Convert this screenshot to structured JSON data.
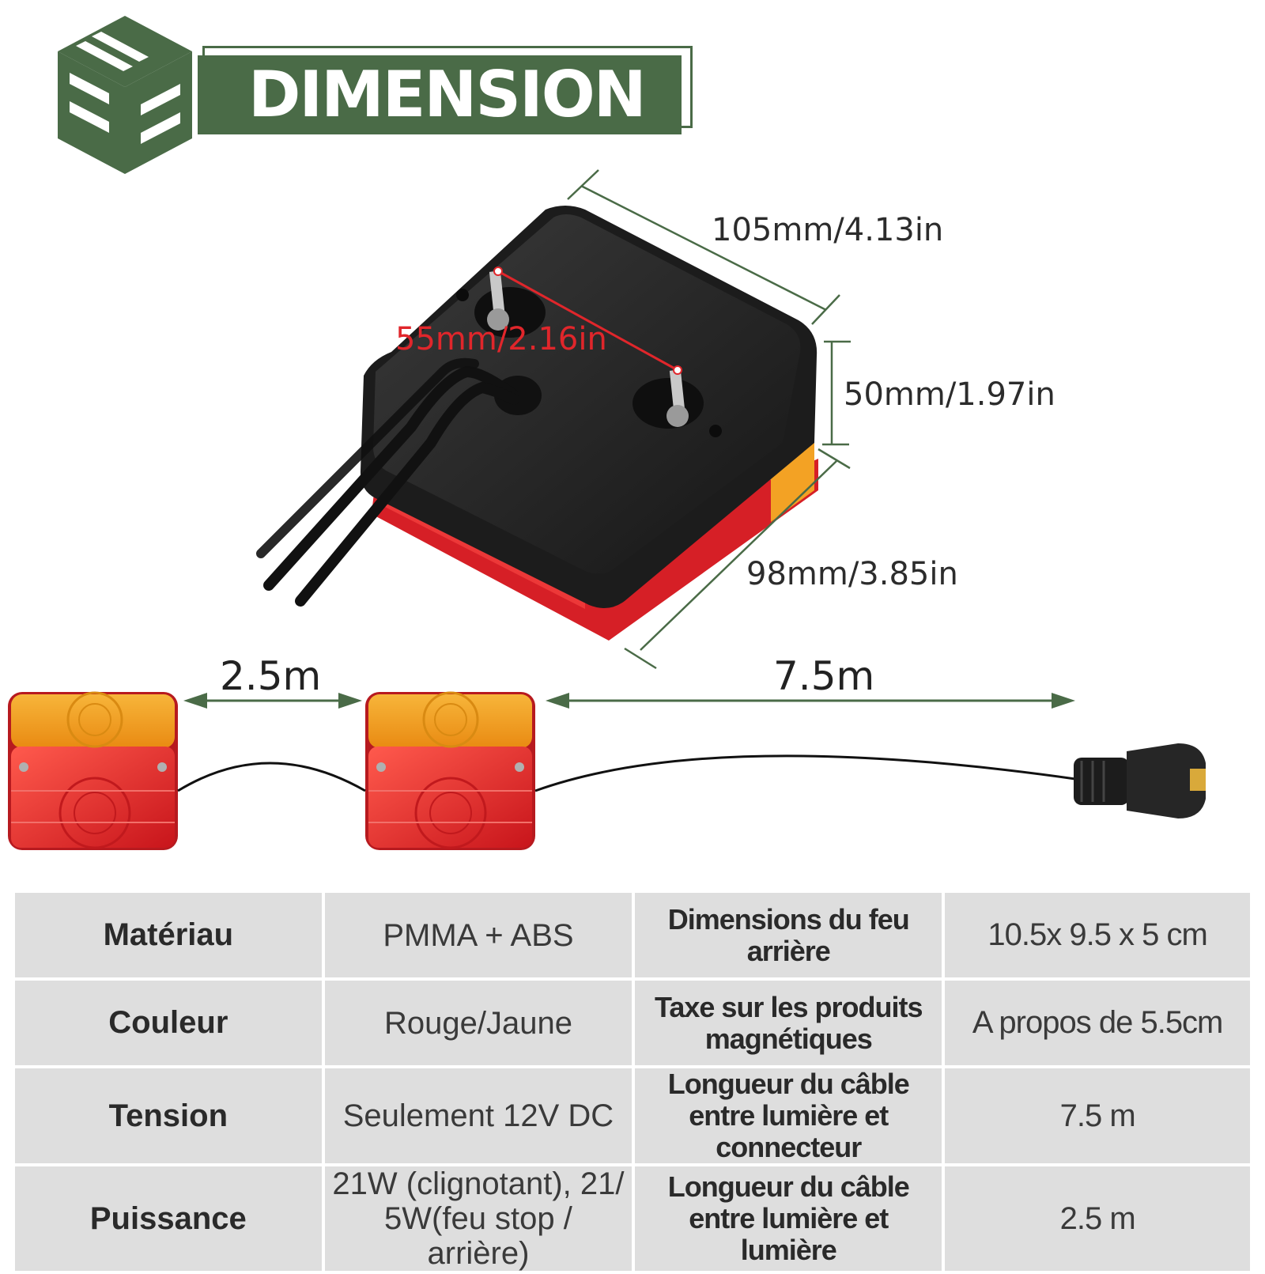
{
  "header": {
    "title": "DIMENSION"
  },
  "dimensions": {
    "width": "105mm/4.13in",
    "bolt_spacing": "55mm/2.16in",
    "depth": "50mm/1.97in",
    "height": "98mm/3.85in"
  },
  "cable_lengths": {
    "between_lights": "2.5m",
    "to_connector": "7.5m"
  },
  "colors": {
    "brand_green": "#4a6b47",
    "amber": "#f5a21d",
    "red": "#e0262b"
  },
  "specs": [
    {
      "label": "Matériau",
      "value": "PMMA + ABS",
      "label2": "Dimensions du feu arrière",
      "value2": "10.5x 9.5 x 5 cm"
    },
    {
      "label": "Couleur",
      "value": "Rouge/Jaune",
      "label2": "Taxe sur les produits magnétiques",
      "value2": "A propos de 5.5cm"
    },
    {
      "label": "Tension",
      "value": "Seulement 12V DC",
      "label2": "Longueur du câble entre lumière et connecteur",
      "value2": "7.5 m"
    },
    {
      "label": "Puissance",
      "value": "21W (clignotant), 21/ 5W(feu stop / arrière)",
      "label2": "Longueur du câble entre lumière et lumière",
      "value2": "2.5 m"
    }
  ]
}
